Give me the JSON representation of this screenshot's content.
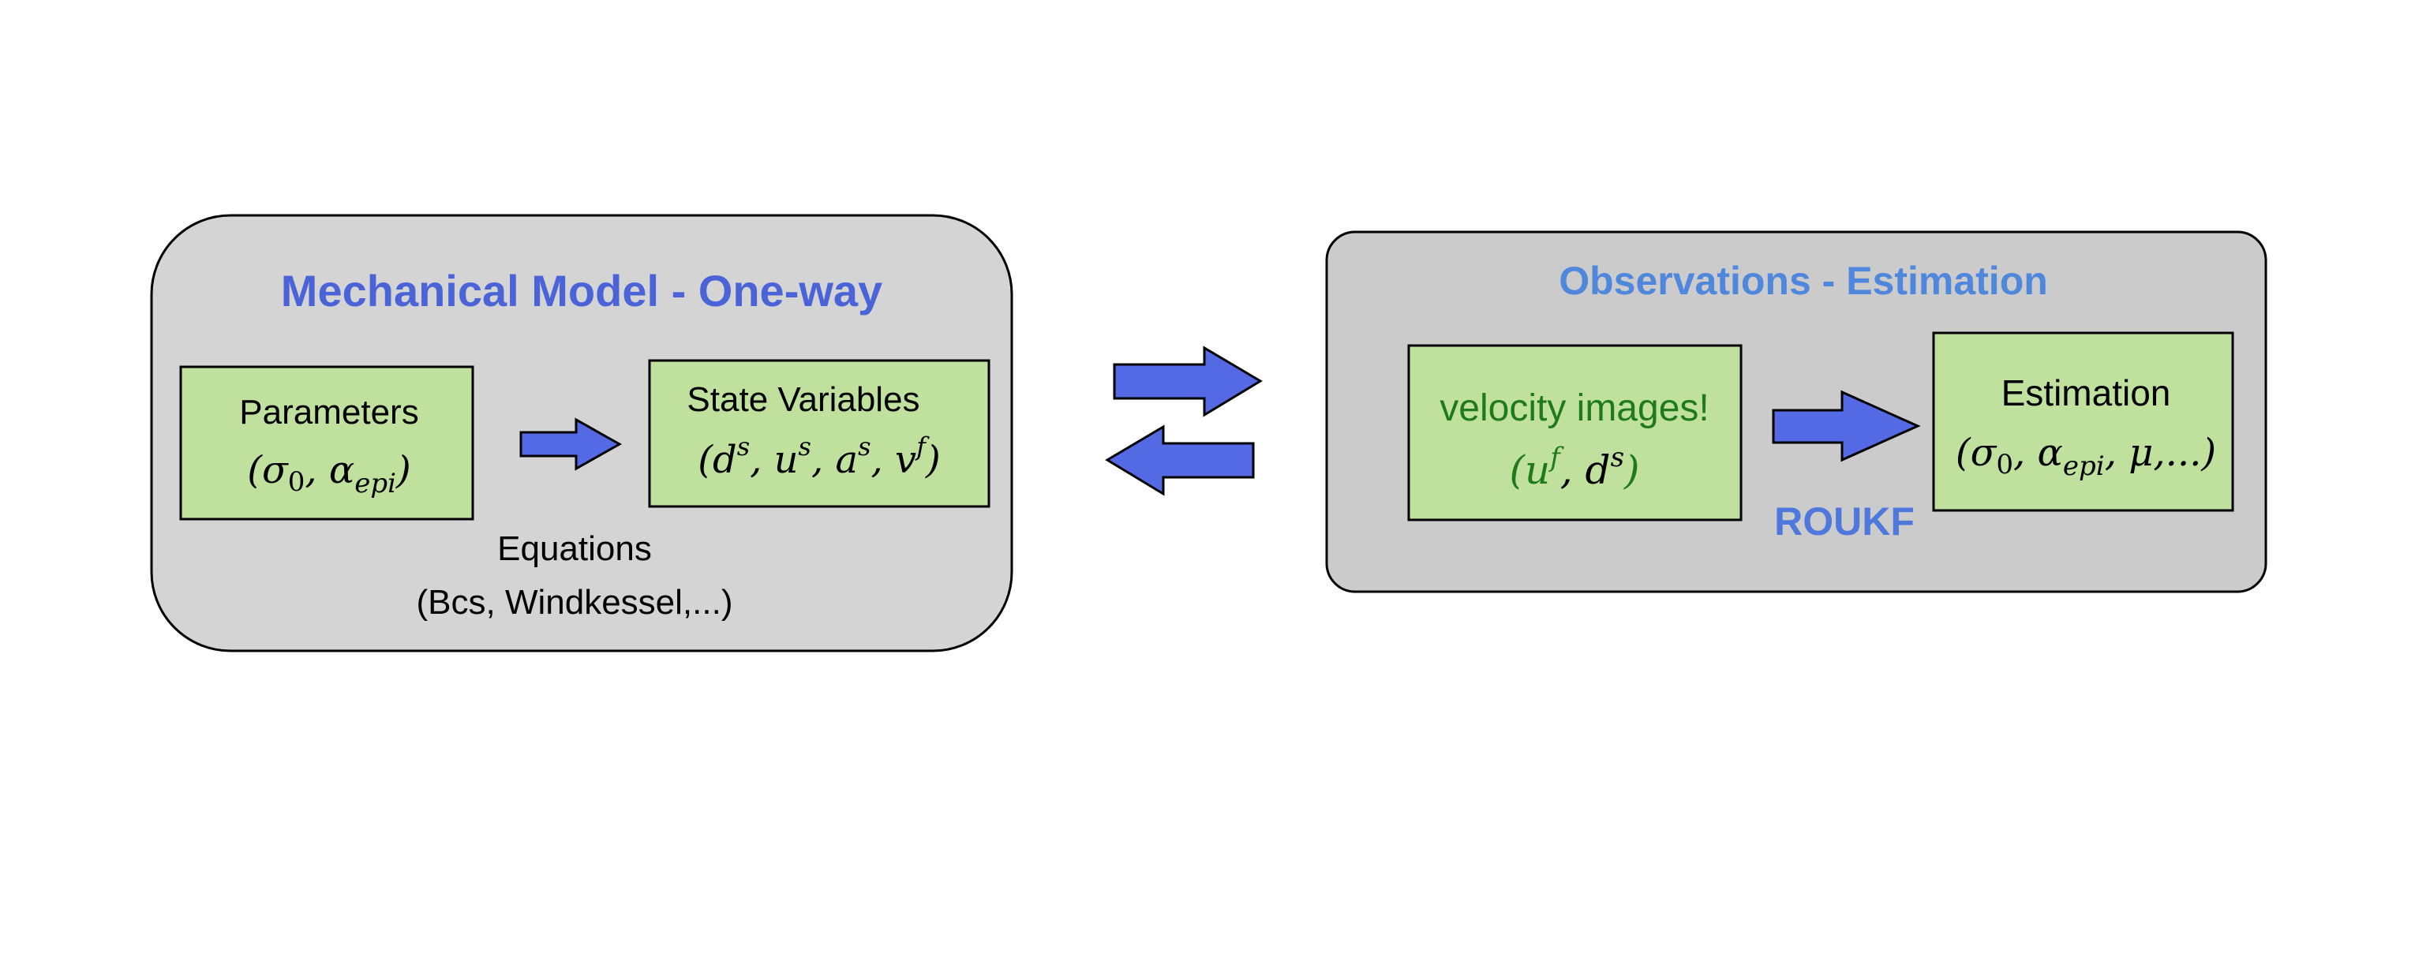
{
  "colors": {
    "panel_left": "#d4d4d4",
    "panel_right": "#cbcbcb",
    "box_fill": "#c0e19d",
    "arrow": "#5469e4",
    "title_left": "#4a64d8",
    "title_right": "#4f87dc",
    "green_text": "#1f7a1a",
    "roukf": "#4f78dc"
  },
  "left_panel": {
    "title": "Mechanical Model - One-way",
    "parameters": {
      "label": "Parameters",
      "math": "(σ0, αepi)"
    },
    "state": {
      "label": "State Variables",
      "math": "(ds, us, as, vf)"
    },
    "equations": {
      "line1": "Equations",
      "line2": "(Bcs, Windkessel,...)"
    }
  },
  "right_panel": {
    "title": "Observations - Estimation",
    "velocity": {
      "label": "velocity images!",
      "math": "(uf, ds)"
    },
    "estimation": {
      "label": "Estimation",
      "math": "(σ0, αepi, μ,...)"
    },
    "method": "ROUKF"
  },
  "icons": [
    "arrow-right-icon",
    "arrow-left-icon"
  ]
}
